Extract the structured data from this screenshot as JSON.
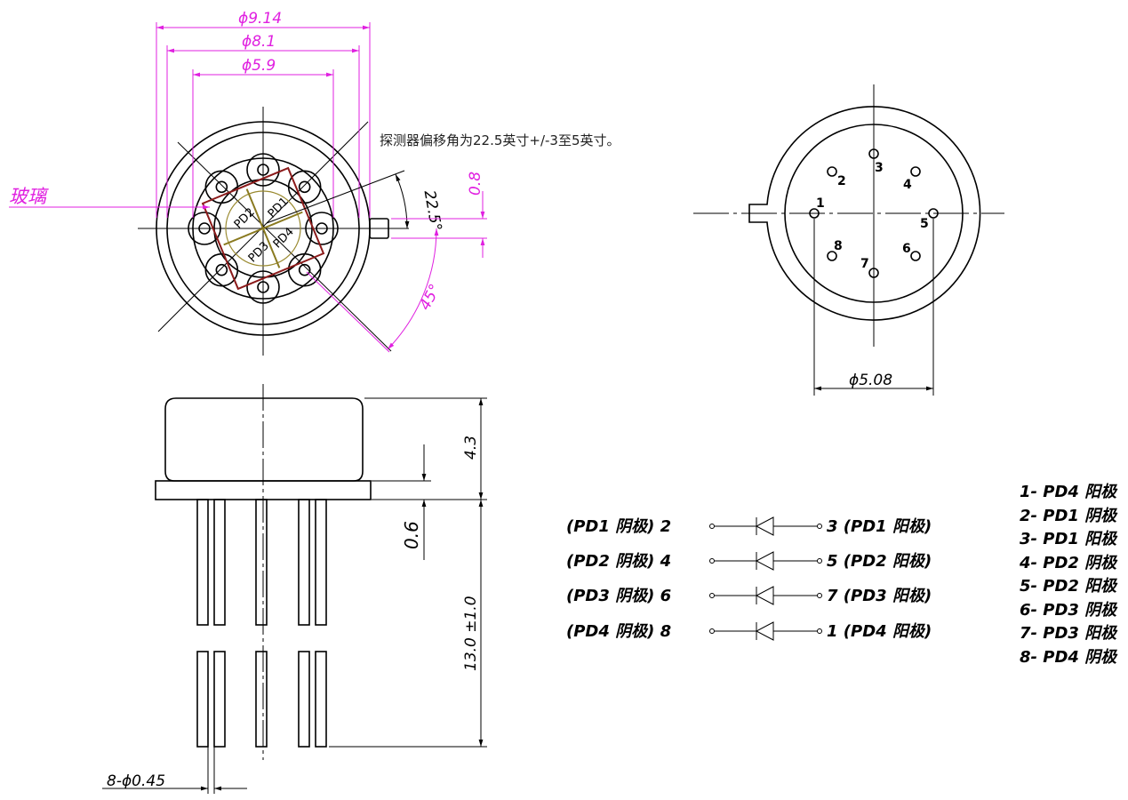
{
  "top_view": {
    "dim_outer": "ϕ9.14",
    "dim_flange": "ϕ8.1",
    "dim_inner": "ϕ5.9",
    "glass_label": "玻璃",
    "note": "探测器偏移角为22.5英寸+/-3至5英寸。",
    "angle_offset": "22.5°",
    "angle_pins": "45°",
    "tab_width": "0.8",
    "quadrants": [
      "PD1",
      "PD2",
      "PD3",
      "PD4"
    ]
  },
  "bottom_view": {
    "pin_numbers": [
      "1",
      "2",
      "3",
      "4",
      "5",
      "6",
      "7",
      "8"
    ],
    "dim_pin_circle": "ϕ5.08"
  },
  "side_view": {
    "dim_cap_height": "4.3",
    "dim_flange": "0.6",
    "dim_lead_length": "13.0 ±1.0",
    "dim_lead_dia": "8-ϕ0.45"
  },
  "schematic": [
    {
      "left": "(PD1 阴极) 2",
      "right": "3 (PD1 阳极)"
    },
    {
      "left": "(PD2 阴极) 4",
      "right": "5 (PD2 阳极)"
    },
    {
      "left": "(PD3 阴极) 6",
      "right": "7 (PD3 阳极)"
    },
    {
      "left": "(PD4 阴极) 8",
      "right": "1 (PD4 阳极)"
    }
  ],
  "pin_legend": [
    "1- PD4 阳极",
    "2- PD1 阴极",
    "3- PD1 阳极",
    "4- PD2 阴极",
    "5- PD2 阳极",
    "6- PD3 阴极",
    "7- PD3 阳极",
    "8- PD4 阴极"
  ]
}
